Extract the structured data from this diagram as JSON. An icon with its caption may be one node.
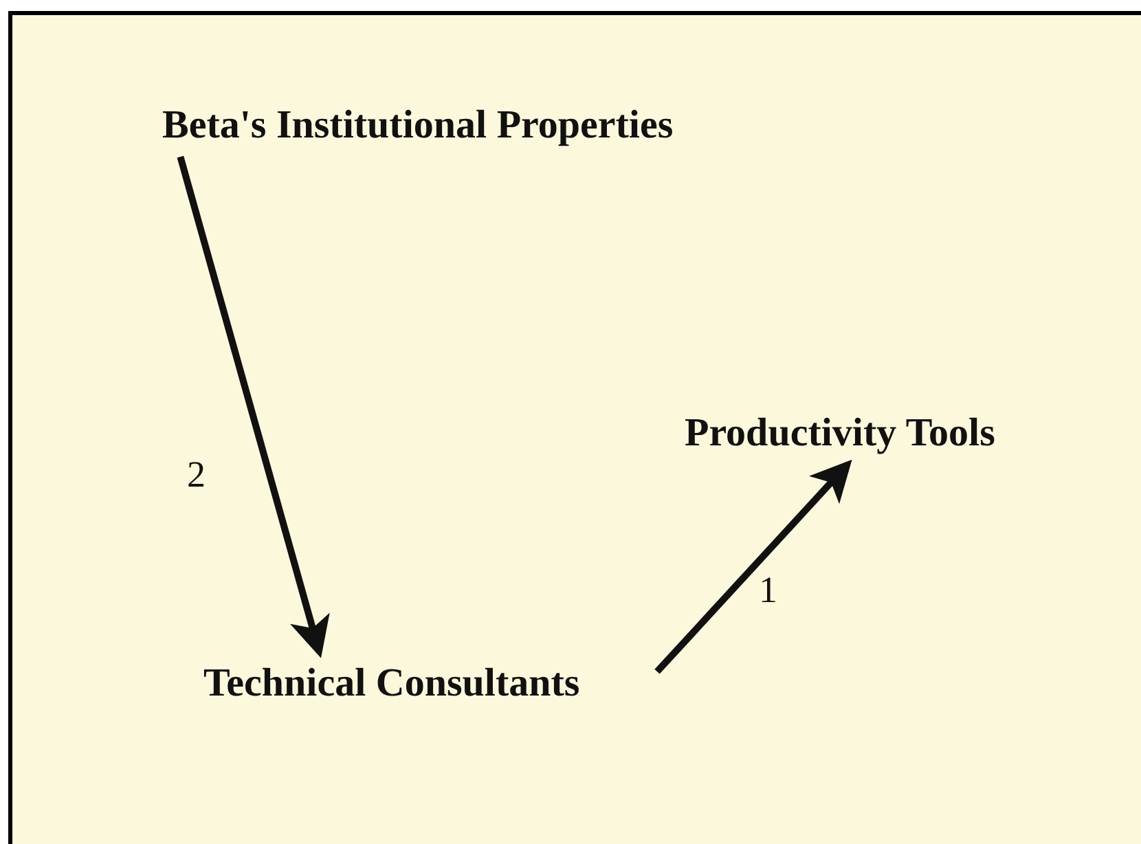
{
  "diagram": {
    "nodes": [
      {
        "text": [
          "Beta's Institutional Properties"
        ]
      },
      {
        "text": [
          "Productivity Tools"
        ]
      },
      {
        "text": [
          "Technical Consultants"
        ]
      }
    ],
    "edges": [
      {
        "from": 0,
        "to": 2,
        "arrow": "to",
        "label": "2"
      },
      {
        "from": 2,
        "to": 1,
        "arrow": "to",
        "label": "1"
      }
    ]
  }
}
